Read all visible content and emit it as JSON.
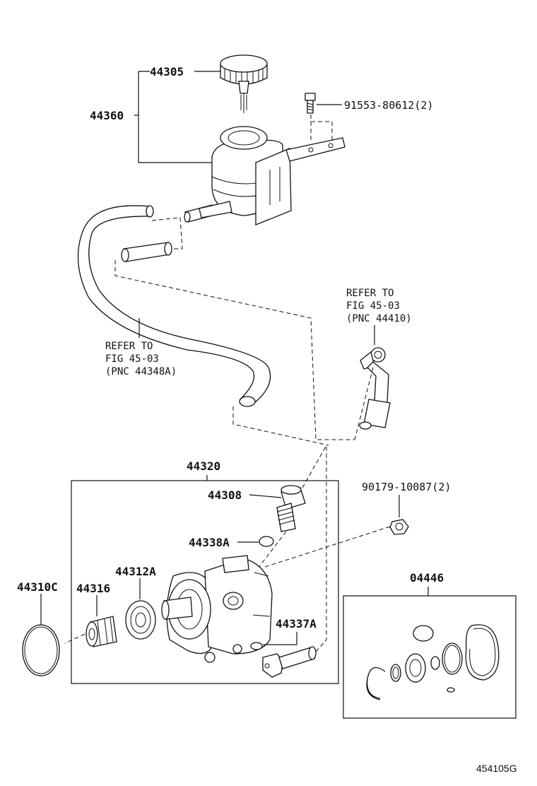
{
  "parts": {
    "cap": "44305",
    "reservoir": "44360",
    "bolt": "91553-80612(2)",
    "pump_assy": "44320",
    "union": "44308",
    "o_ring_union": "44338A",
    "bearing": "44312A",
    "gasket_ring": "44310C",
    "pulley_hub": "44316",
    "o_ring_pipe": "44337A",
    "nut": "90179-10087(2)",
    "gasket_kit": "04446"
  },
  "references": {
    "hose_return": [
      "REFER TO",
      "FIG 45-03",
      "(PNC 44348A)"
    ],
    "hose_pressure": [
      "REFER TO",
      "FIG 45-03",
      "(PNC 44410)"
    ]
  },
  "figure_id": "454105G"
}
